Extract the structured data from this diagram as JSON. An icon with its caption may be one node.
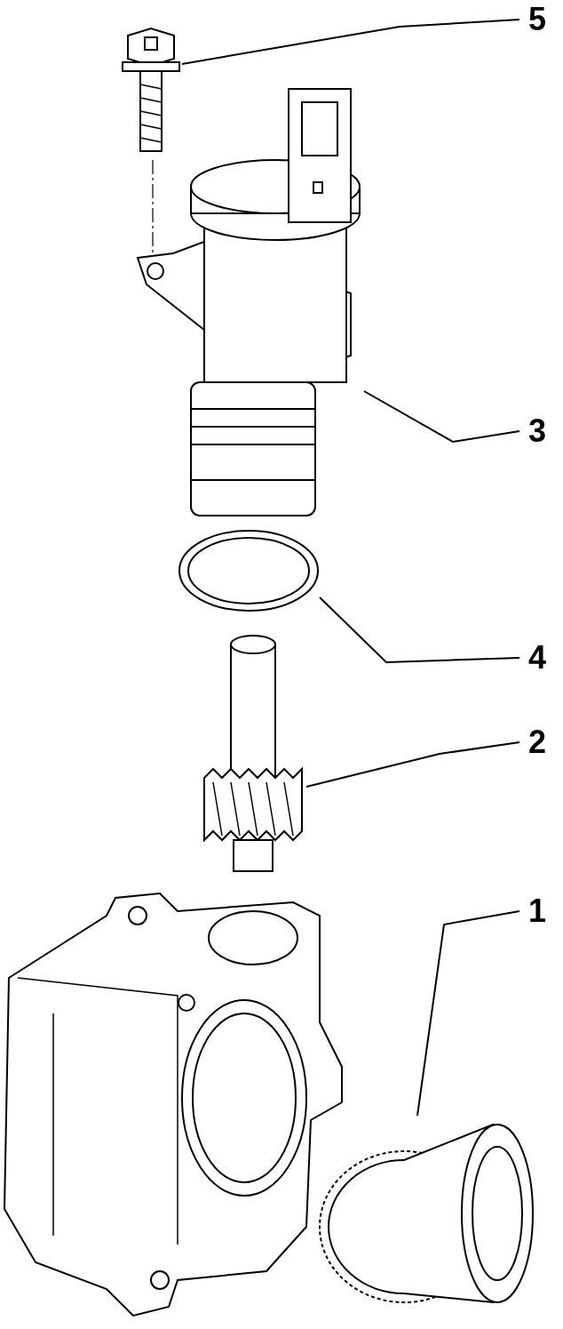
{
  "diagram": {
    "nodes": [
      {
        "text": [
          "5"
        ]
      },
      {
        "text": [],
        "shape": "picture"
      },
      {
        "text": [
          "3"
        ]
      },
      {
        "text": [],
        "shape": "picture"
      },
      {
        "text": [
          "4"
        ]
      },
      {
        "text": [],
        "shape": "picture"
      },
      {
        "text": [
          "2"
        ]
      },
      {
        "text": [],
        "shape": "picture"
      },
      {
        "text": [
          "1"
        ]
      },
      {
        "text": [],
        "shape": "picture"
      }
    ],
    "edges": [
      {
        "from": 0,
        "to": 1,
        "arrow": "none"
      },
      {
        "from": 2,
        "to": 3,
        "arrow": "none"
      },
      {
        "from": 4,
        "to": 5,
        "arrow": "none"
      },
      {
        "from": 6,
        "to": 7,
        "arrow": "none"
      },
      {
        "from": 8,
        "to": 9,
        "arrow": "none"
      }
    ]
  }
}
